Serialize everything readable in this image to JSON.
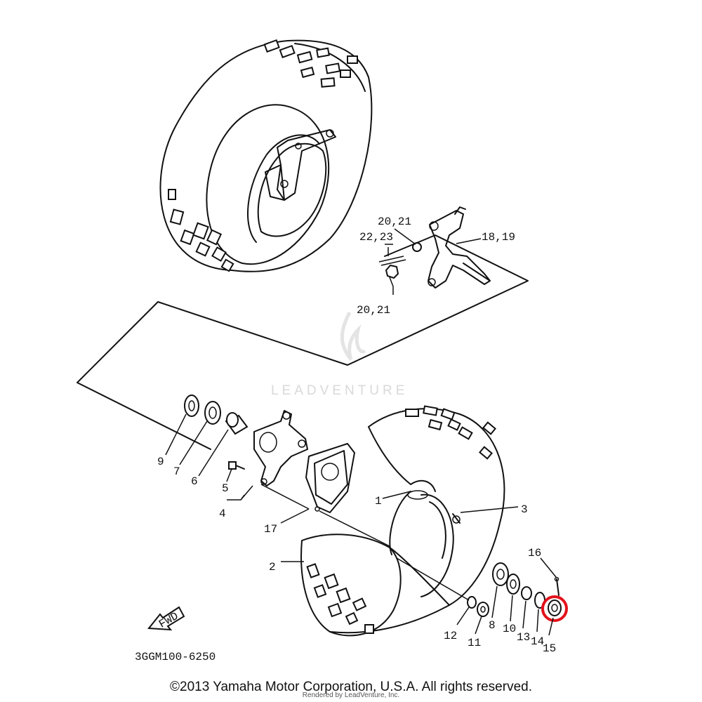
{
  "callouts": {
    "c1": "1",
    "c2": "2",
    "c3": "3",
    "c4": "4",
    "c5": "5",
    "c6": "6",
    "c7": "7",
    "c8": "8",
    "c9": "9",
    "c10": "10",
    "c11": "11",
    "c12": "12",
    "c13": "13",
    "c14": "14",
    "c15": "15",
    "c16": "16",
    "c17": "17",
    "c18_19": "18,19",
    "c20_21_top": "20,21",
    "c20_21_bottom": "20,21",
    "c22_23": "22,23"
  },
  "diagram_code": "3GGM100-6250",
  "fwd_label": "FWD",
  "watermark": "LEADVENTURE",
  "copyright": "©2013 Yamaha Motor Corporation, U.S.A. All rights reserved.",
  "rendered_by": "Rendered by LeadVenture, Inc.",
  "highlight": {
    "part": "15",
    "color": "#e3121b"
  }
}
